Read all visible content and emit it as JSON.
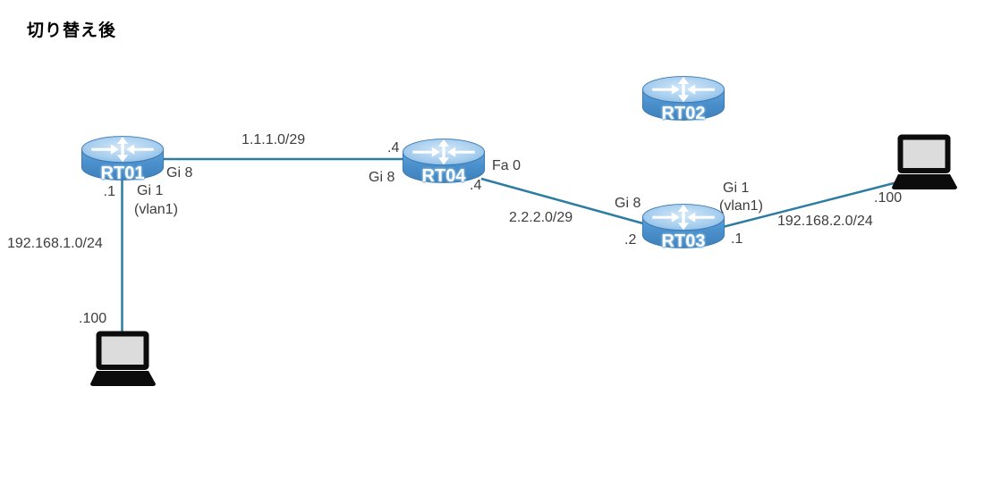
{
  "title": "切り替え後",
  "colors": {
    "link": "#2d7ca1",
    "text": "#3d3d3d",
    "router_blue": "#4a90cc",
    "router_top_blue": "#9fc9ec",
    "laptop_screen": "#dcdcdc",
    "laptop_body": "#0c0c0c"
  },
  "nodes": {
    "rt01": {
      "type": "router",
      "label": "RT01"
    },
    "rt02": {
      "type": "router",
      "label": "RT02"
    },
    "rt03": {
      "type": "router",
      "label": "RT03"
    },
    "rt04": {
      "type": "router",
      "label": "RT04"
    },
    "pc1": {
      "type": "laptop"
    },
    "pc2": {
      "type": "laptop"
    }
  },
  "links": {
    "rt01_rt04": {
      "subnet": "1.1.1.0/29",
      "rt01_if": "Gi 8",
      "rt04_if": "Gi 8",
      "rt04_ip": ".4"
    },
    "rt01_pc1": {
      "subnet": "192.168.1.0/24",
      "rt01_if": "Gi 1",
      "rt01_if_vlan": "(vlan1)",
      "rt01_ip": ".1",
      "pc1_ip": ".100"
    },
    "rt04_rt03": {
      "subnet": "2.2.2.0/29",
      "rt04_if": "Fa 0",
      "rt04_ip": ".4",
      "rt03_if": "Gi 8",
      "rt03_ip": ".2"
    },
    "rt03_pc2": {
      "subnet": "192.168.2.0/24",
      "rt03_if": "Gi 1",
      "rt03_if_vlan": "(vlan1)",
      "rt03_ip": ".1",
      "pc2_ip": ".100"
    }
  }
}
